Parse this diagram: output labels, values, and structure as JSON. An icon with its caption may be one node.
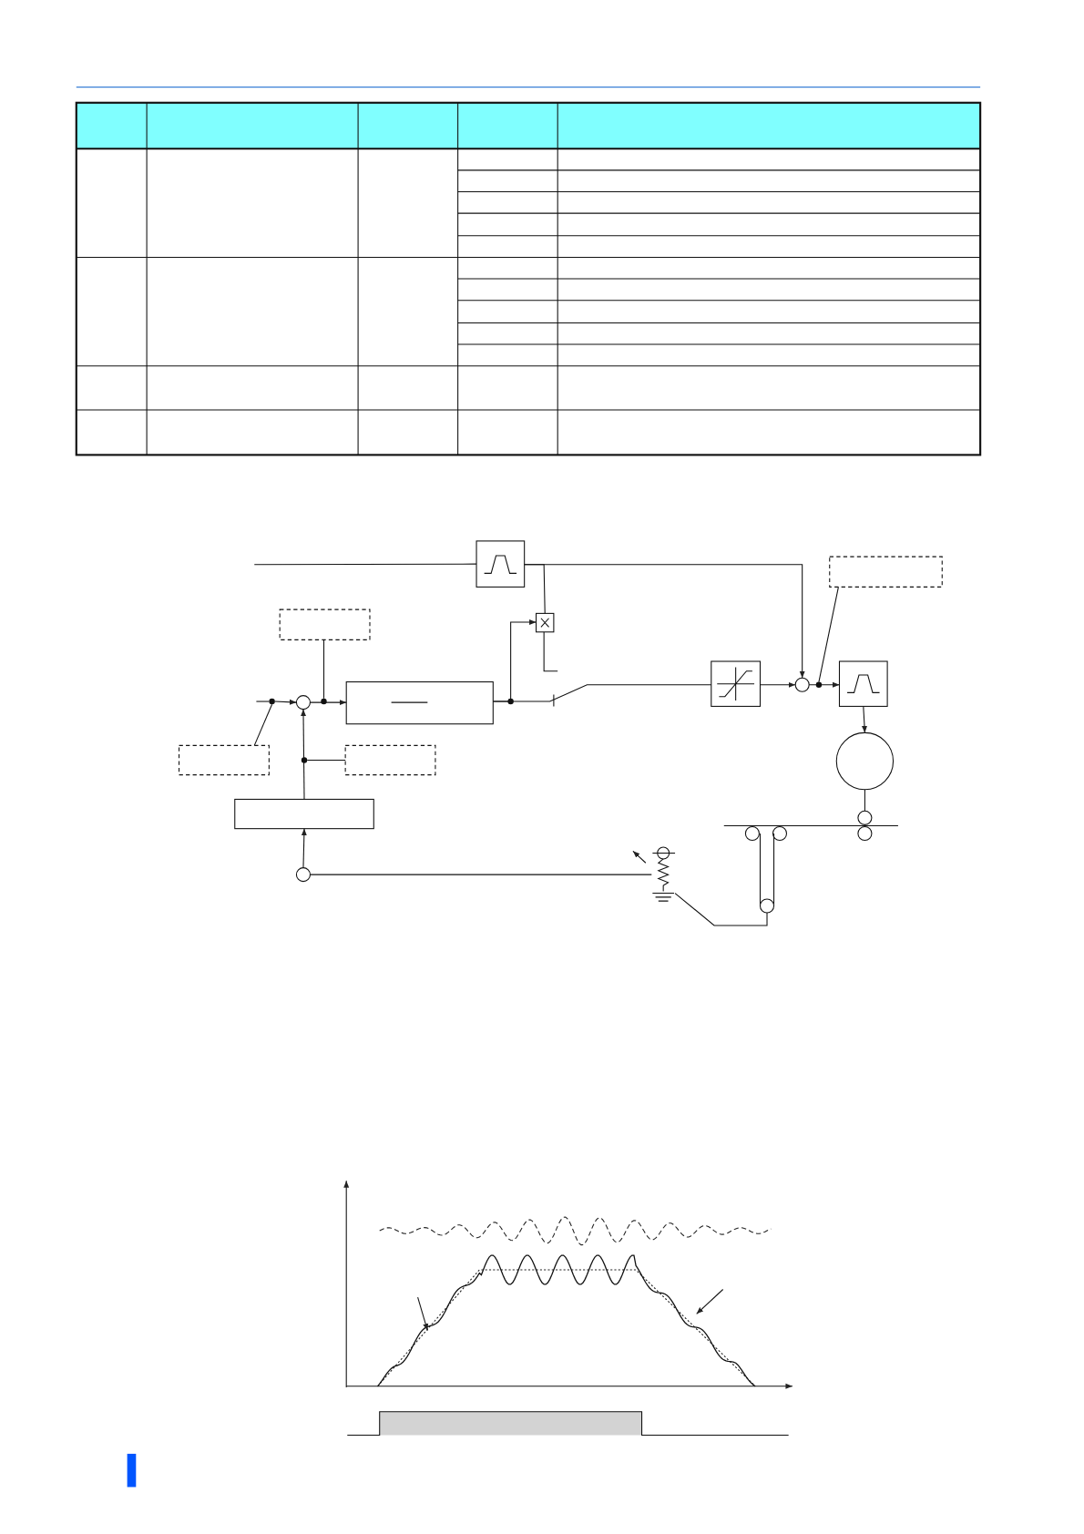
{
  "diagram": {
    "nodes": [
      {
        "text": [],
        "shape": "box"
      },
      {
        "text": [],
        "shape": "box"
      },
      {
        "text": [],
        "shape": "box"
      },
      {
        "text": [],
        "shape": "box"
      },
      {
        "text": [],
        "shape": "box"
      },
      {
        "text": [],
        "shape": "box"
      },
      {
        "text": [],
        "shape": "box"
      },
      {
        "text": [],
        "shape": "circle"
      },
      {
        "text": [],
        "shape": "circle"
      },
      {
        "text": [],
        "shape": "box"
      },
      {
        "text": [],
        "shape": "box"
      },
      {
        "text": [],
        "shape": "circle"
      },
      {
        "text": [],
        "shape": "box"
      },
      {
        "text": [],
        "shape": "resistor"
      },
      {
        "text": [],
        "shape": "circle"
      },
      {
        "text": [],
        "shape": "circle"
      },
      {
        "text": [],
        "shape": "dot"
      },
      {
        "text": [],
        "shape": "dot"
      },
      {
        "text": [],
        "shape": "dot"
      },
      {
        "text": [],
        "shape": "dot"
      }
    ],
    "edges": [
      {
        "from": null,
        "to": 0,
        "arrow": "none"
      },
      {
        "from": 0,
        "to": 7,
        "arrow": "to"
      },
      {
        "from": 0,
        "to": 3,
        "arrow": "none"
      },
      {
        "from": 6,
        "to": 3,
        "arrow": "to"
      },
      {
        "from": null,
        "to": 16,
        "arrow": "none"
      },
      {
        "from": 8,
        "to": 6,
        "arrow": "to"
      },
      {
        "from": 2,
        "to": 17,
        "arrow": "none"
      },
      {
        "from": 6,
        "to": 4,
        "arrow": "none"
      },
      {
        "from": 4,
        "to": 7,
        "arrow": "to"
      },
      {
        "from": 7,
        "to": 5,
        "arrow": "to"
      },
      {
        "from": 1,
        "to": 18,
        "arrow": "none"
      },
      {
        "from": 5,
        "to": 11,
        "arrow": "to"
      },
      {
        "from": 9,
        "to": 16,
        "arrow": "none"
      },
      {
        "from": 10,
        "to": 19,
        "arrow": "none"
      },
      {
        "from": 12,
        "to": 8,
        "arrow": "to"
      },
      {
        "from": 14,
        "to": 12,
        "arrow": "to"
      },
      {
        "from": 14,
        "to": 13,
        "arrow": "none"
      },
      {
        "from": 15,
        "to": 13,
        "arrow": "none"
      },
      {
        "from": 16,
        "to": 8,
        "arrow": "to"
      }
    ]
  }
}
